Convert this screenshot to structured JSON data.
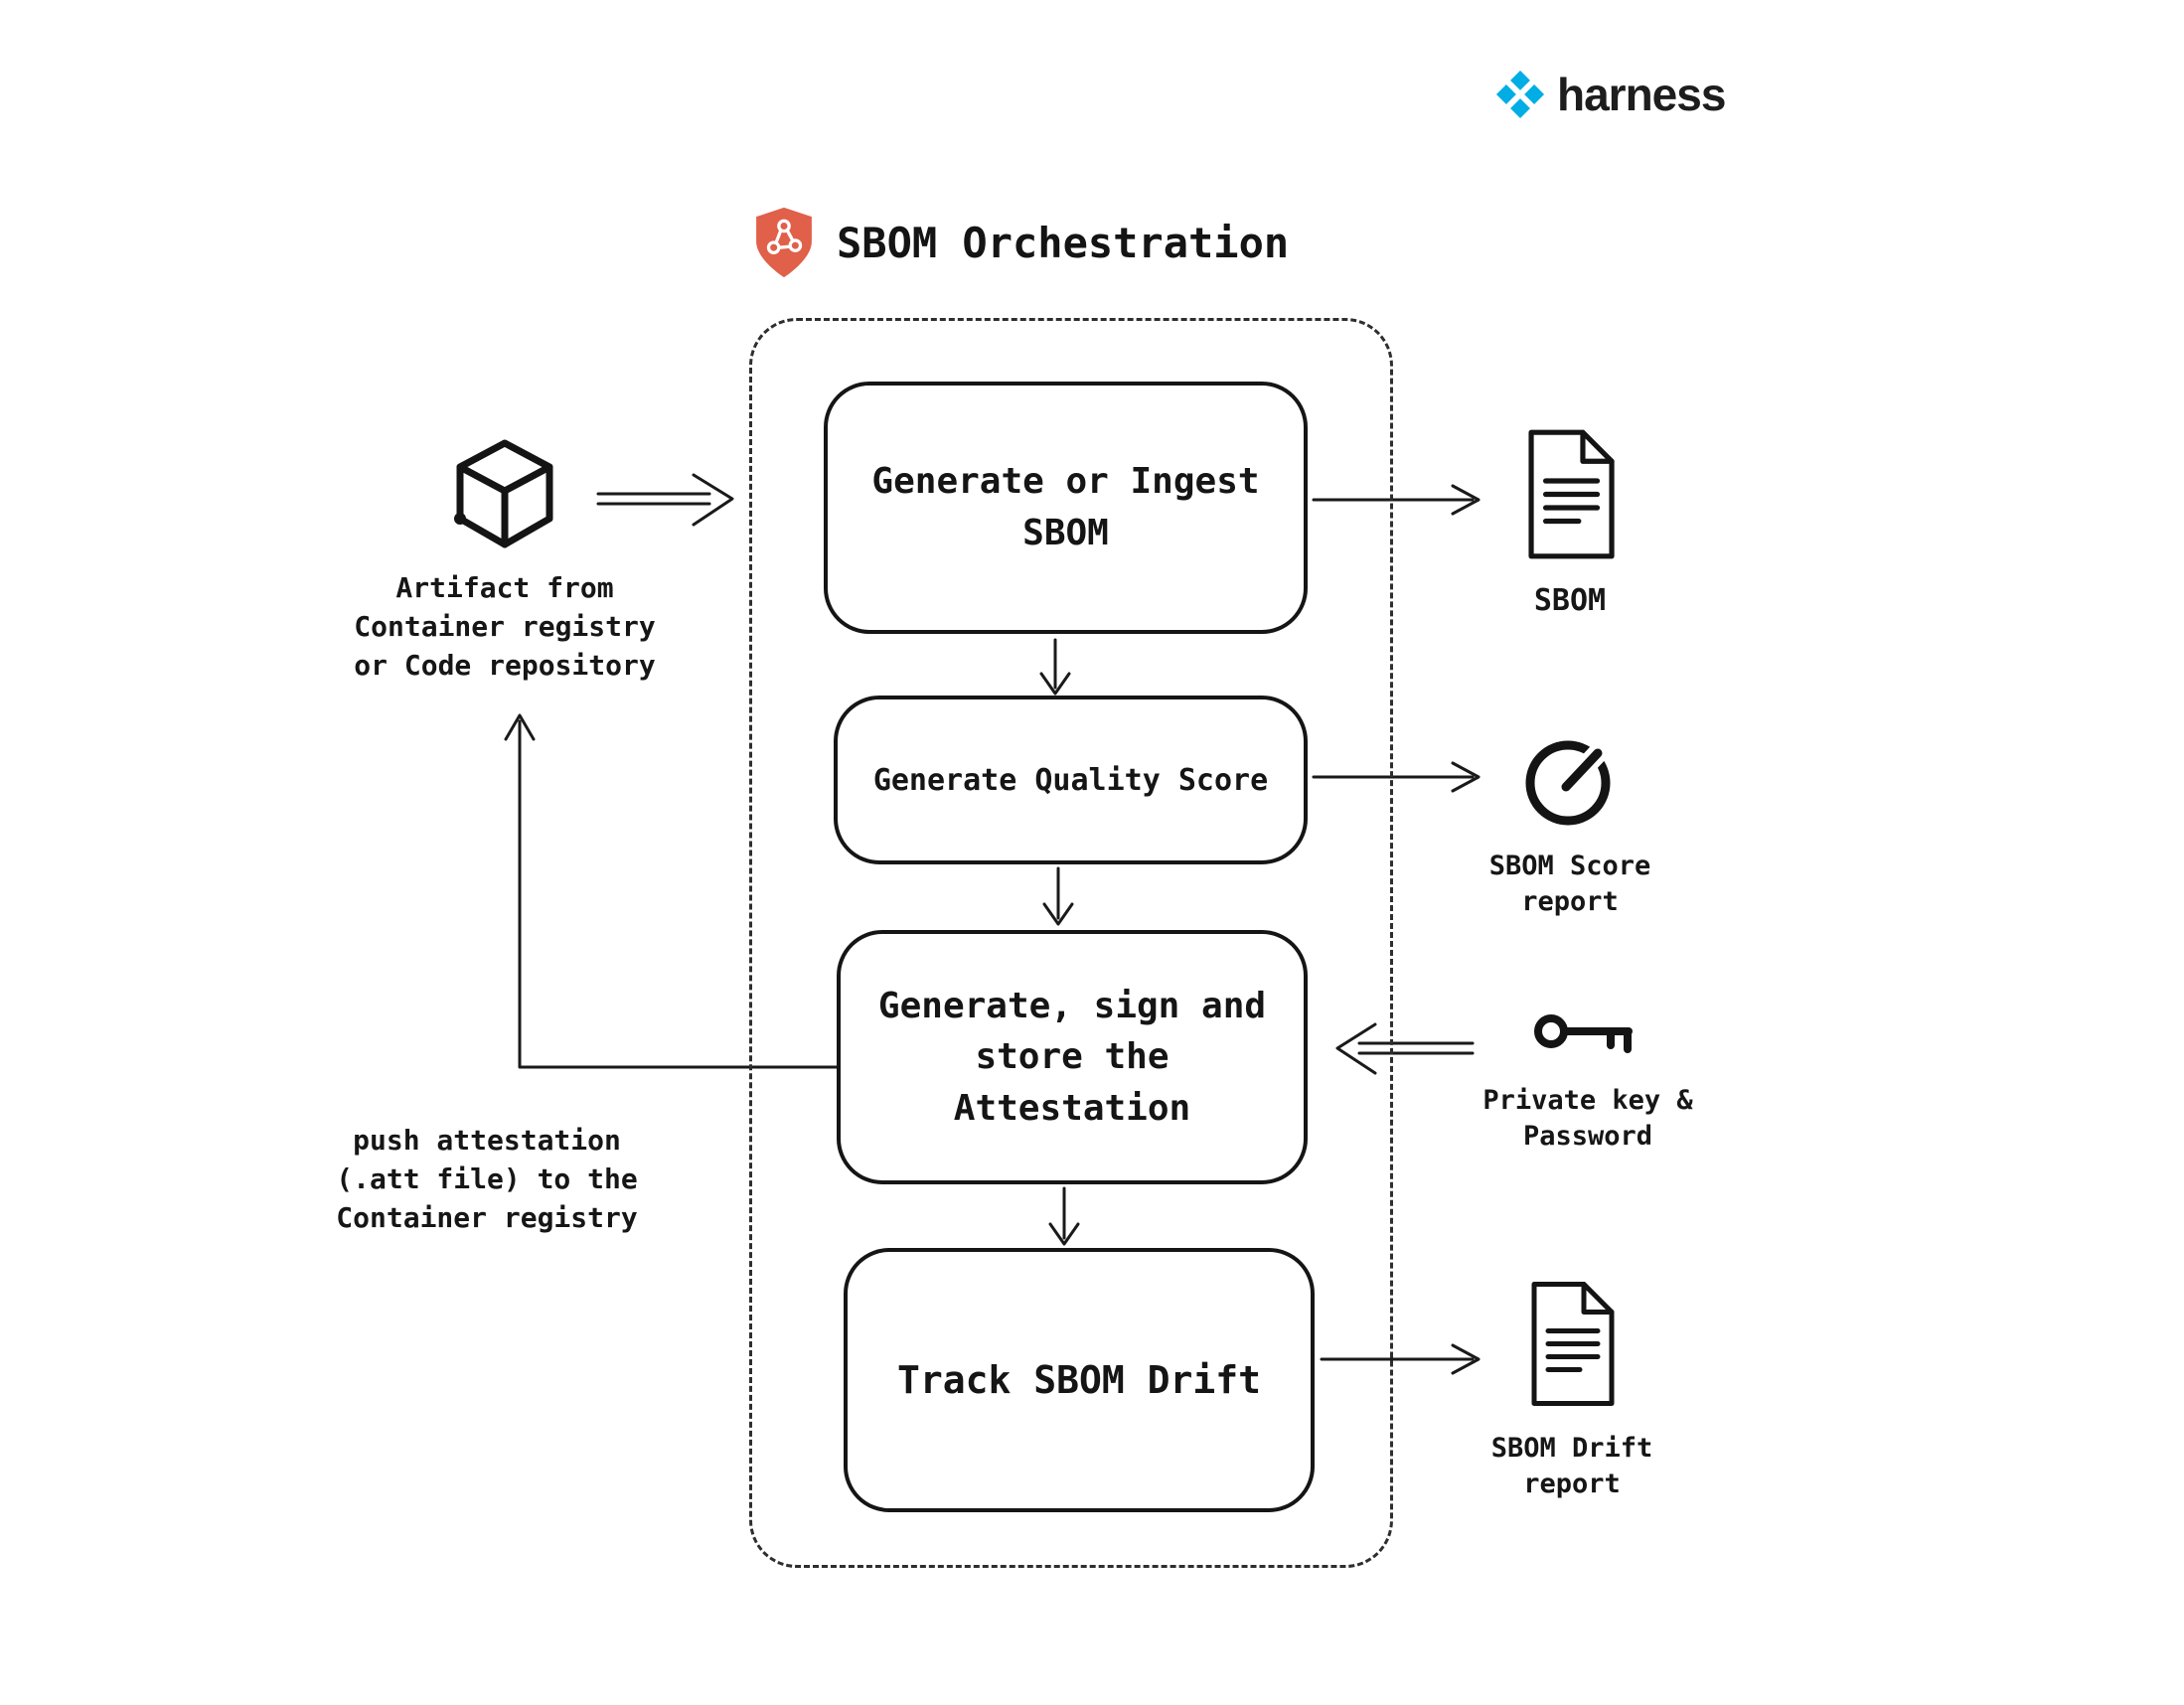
{
  "brand": {
    "wordmark": "harness",
    "logo_color": "#00ade4"
  },
  "header": {
    "title": "SBOM Orchestration",
    "shield_color": "#e0604a"
  },
  "pipeline": {
    "steps": [
      {
        "label": "Generate or Ingest\nSBOM"
      },
      {
        "label": "Generate Quality Score"
      },
      {
        "label": "Generate, sign and\nstore the\nAttestation"
      },
      {
        "label": "Track SBOM Drift"
      }
    ]
  },
  "artifact": {
    "label": "Artifact from\nContainer registry\nor Code repository"
  },
  "key_input": {
    "label": "Private key &\nPassword"
  },
  "outputs": {
    "sbom": {
      "label": "SBOM"
    },
    "score": {
      "label": "SBOM Score\nreport"
    },
    "drift": {
      "label": "SBOM Drift\nreport"
    }
  },
  "annotation": {
    "push_attestation": "push attestation\n(.att file) to the\nContainer registry"
  }
}
